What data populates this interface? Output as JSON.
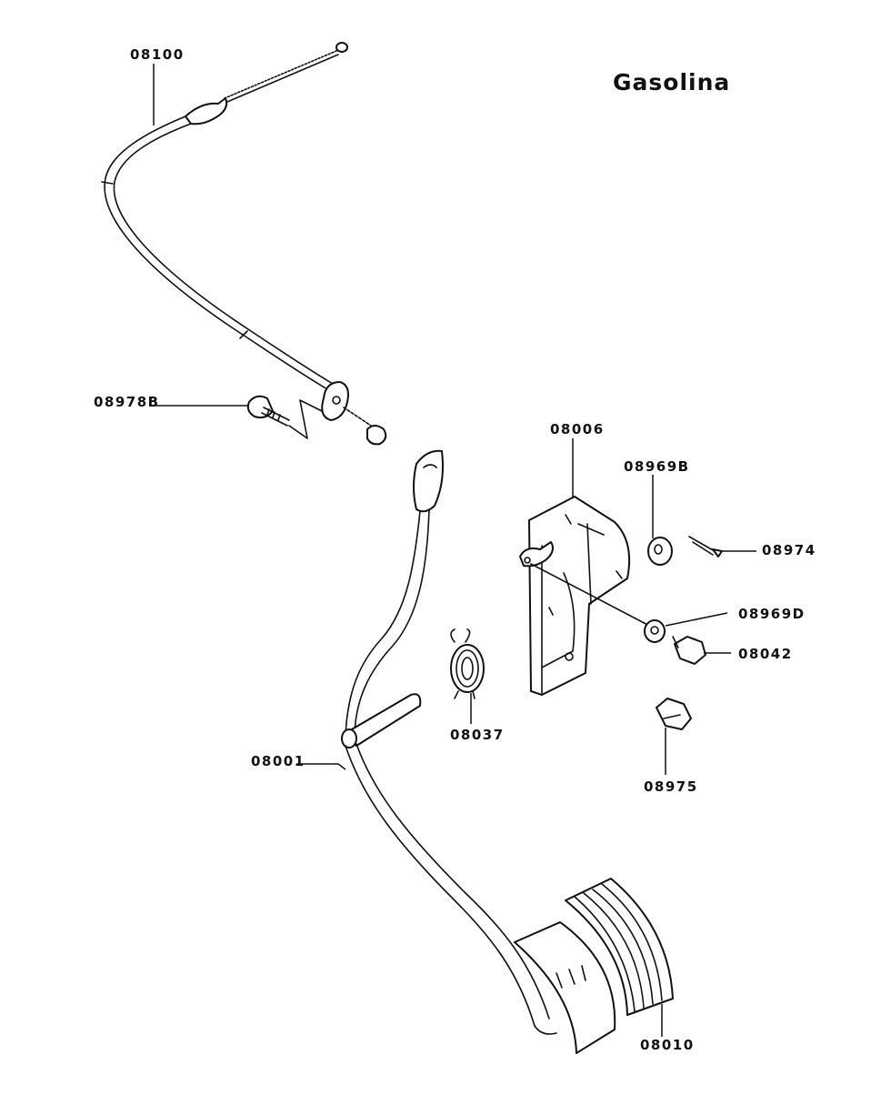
{
  "title": "Gasolina",
  "labels": {
    "cable": "08100",
    "bolt": "08978B",
    "bracket": "08006",
    "washer_b": "08969B",
    "pin": "08974",
    "washer_d": "08969D",
    "nut_042": "08042",
    "spring": "08037",
    "pedal_lever": "08001",
    "nut_975": "08975",
    "pedal_pad": "08010"
  }
}
